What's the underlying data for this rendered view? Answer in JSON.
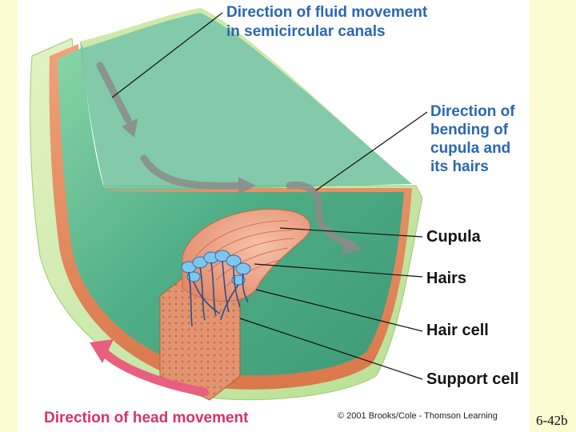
{
  "labels": {
    "fluid_line1": "Direction of fluid movement",
    "fluid_line2": "in semicircular canals",
    "bending_lines": [
      "Direction of",
      "bending of",
      "cupula and",
      "its hairs"
    ],
    "cupula": "Cupula",
    "hairs": "Hairs",
    "hair_cell": "Hair cell",
    "support_cell": "Support cell",
    "head_movement": "Direction of head movement"
  },
  "credit": "© 2001 Brooks/Cole - Thomson Learning",
  "slide_number": "6-42b",
  "colors": {
    "slide_background": "#fdfbd2",
    "canal_fluid": "#5cb890",
    "canal_wall": "#e58a5c",
    "canal_outer": "#cfe9a8",
    "cupula": "#f2a88c",
    "hair_cell": "#7fc6ee",
    "hairs": "#2c4f8c",
    "arrow_fluid": "#8c8c8c",
    "arrow_head": "#e8607f",
    "label_blue": "#2b66b5",
    "label_pink": "#d6336c"
  }
}
